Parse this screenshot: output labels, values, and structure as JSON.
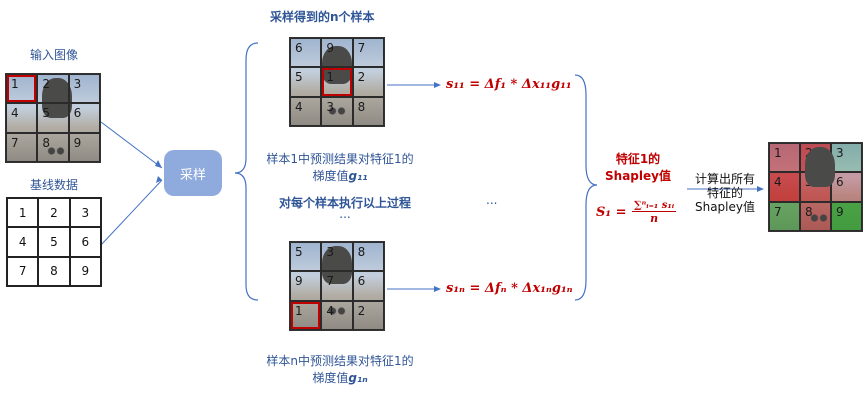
{
  "input_image_label": "输入图像",
  "baseline_label": "基线数据",
  "sampling_label": "采样",
  "samples_title": "采样得到的n个样本",
  "repeat_label": "对每个样本执行以上过程",
  "dots_mid": "...",
  "dots_right": "...",
  "input_cells": [
    "1",
    "2",
    "3",
    "4",
    "5",
    "6",
    "7",
    "8",
    "9"
  ],
  "baseline_cells": [
    "1",
    "2",
    "3",
    "4",
    "5",
    "6",
    "7",
    "8",
    "9"
  ],
  "sample1_cells": [
    "6",
    "9",
    "7",
    "5",
    "1",
    "2",
    "4",
    "3",
    "8"
  ],
  "samplen_cells": [
    "5",
    "3",
    "8",
    "9",
    "7",
    "6",
    "1",
    "4",
    "2"
  ],
  "sample1_caption_l1": "样本1中预测结果对特征1的",
  "sample1_caption_l2": "梯度值",
  "sample1_caption_sym": "g₁₁",
  "samplen_caption_l1": "样本n中预测结果对特征1的",
  "samplen_caption_l2": "梯度值",
  "samplen_caption_sym": "g₁ₙ",
  "formula_s11": "s₁₁ = Δf₁ * Δx₁₁g₁₁",
  "formula_s1n": "s₁ₙ = Δfₙ * Δx₁ₙg₁ₙ",
  "shapley_title_l1": "特征1的",
  "shapley_title_l2": "Shapley值",
  "shapley_formula_lhs": "S₁ =",
  "shapley_formula_num": "∑ⁿᵢ₌₁ s₁ᵢ",
  "shapley_formula_den": "n",
  "compute_l1": "计算出所有",
  "compute_l2": "特征的",
  "compute_l3": "Shapley值",
  "output_cells": [
    "1",
    "2",
    "3",
    "4",
    "5",
    "6",
    "7",
    "8",
    "9"
  ],
  "colors": {
    "accent_blue": "#2F5597",
    "accent_red": "#C00000",
    "box_blue": "#8FAADC",
    "line_blue": "#4472C4"
  }
}
